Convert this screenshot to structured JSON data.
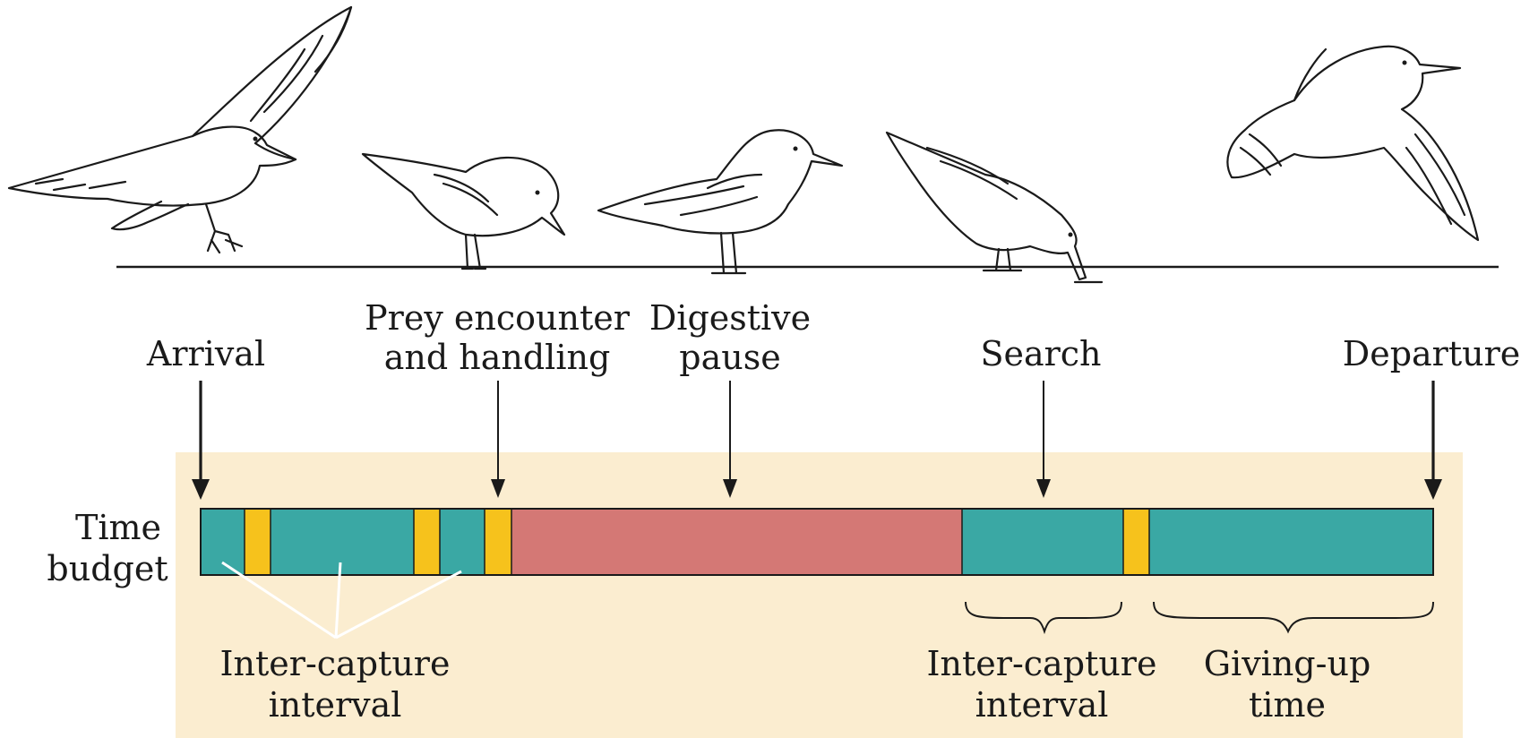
{
  "colors": {
    "panel": "#fbedd0",
    "search": "#3aa8a4",
    "capture": "#f6c21c",
    "digestive": "#d47875",
    "ink": "#1a1a1a"
  },
  "birds": [
    {
      "name": "arrival-bird-icon",
      "pose": "landing with wings raised"
    },
    {
      "name": "handling-bird-icon",
      "pose": "handling prey"
    },
    {
      "name": "digestive-bird-icon",
      "pose": "standing at rest"
    },
    {
      "name": "search-bird-icon",
      "pose": "probing ground"
    },
    {
      "name": "departure-bird-icon",
      "pose": "flying away"
    }
  ],
  "labels": {
    "arrival": "Arrival",
    "prey_line1": "Prey encounter",
    "prey_line2": "and handling",
    "digestive_line1": "Digestive",
    "digestive_line2": "pause",
    "search": "Search",
    "departure": "Departure",
    "time_line1": "Time",
    "time_line2": "budget",
    "intercapture_left_line1": "Inter-capture",
    "intercapture_left_line2": "interval",
    "intercapture_right_line1": "Inter-capture",
    "intercapture_right_line2": "interval",
    "givingup_line1": "Giving-up",
    "givingup_line2": "time"
  },
  "time_budget_segments": [
    {
      "kind": "search"
    },
    {
      "kind": "capture"
    },
    {
      "kind": "search"
    },
    {
      "kind": "capture"
    },
    {
      "kind": "search"
    },
    {
      "kind": "capture"
    },
    {
      "kind": "digestive"
    },
    {
      "kind": "search"
    },
    {
      "kind": "capture"
    },
    {
      "kind": "search"
    }
  ]
}
